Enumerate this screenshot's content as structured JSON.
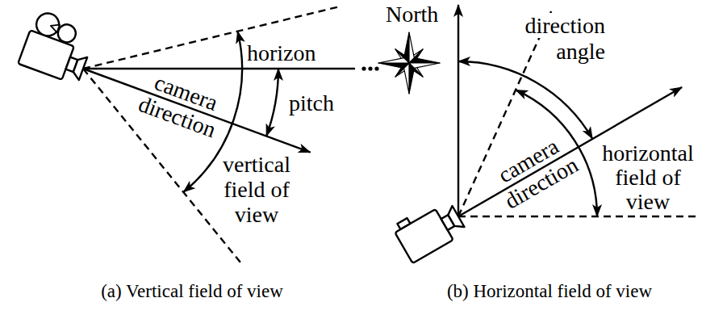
{
  "diagram": {
    "labels": [
      "horizon",
      "camera direction",
      "pitch",
      "vertical field of view",
      "(a) Vertical field of view",
      "North",
      "direction angle",
      "camera direction",
      "horizontal field of view",
      "(b) Horizontal field of view"
    ]
  }
}
